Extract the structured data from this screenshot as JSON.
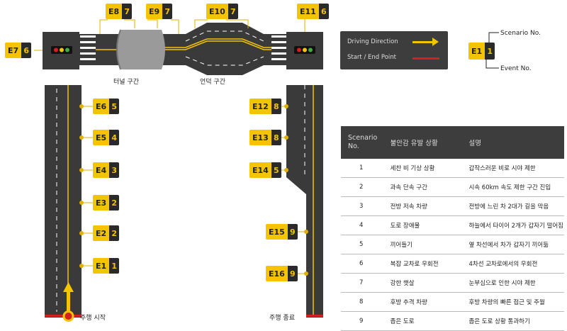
{
  "road_labels": {
    "tunnel": "터널 구간",
    "hill": "언덕 구간",
    "start": "주행 시작",
    "end": "주행 종료"
  },
  "events": [
    {
      "id": "E7",
      "scenario": "6"
    },
    {
      "id": "E8",
      "scenario": "7"
    },
    {
      "id": "E9",
      "scenario": "7"
    },
    {
      "id": "E10",
      "scenario": "7"
    },
    {
      "id": "E11",
      "scenario": "6"
    },
    {
      "id": "E6",
      "scenario": "5"
    },
    {
      "id": "E5",
      "scenario": "4"
    },
    {
      "id": "E4",
      "scenario": "3"
    },
    {
      "id": "E3",
      "scenario": "2"
    },
    {
      "id": "E2",
      "scenario": "2"
    },
    {
      "id": "E1",
      "scenario": "1"
    },
    {
      "id": "E12",
      "scenario": "8"
    },
    {
      "id": "E13",
      "scenario": "8"
    },
    {
      "id": "E14",
      "scenario": "5"
    },
    {
      "id": "E15",
      "scenario": "9"
    },
    {
      "id": "E16",
      "scenario": "9"
    }
  ],
  "legend": {
    "driving_direction": "Driving Direction",
    "start_end": "Start / End Point"
  },
  "key": {
    "scenario_no": "Scenario No.",
    "event_no": "Event No.",
    "sample_event": "E1",
    "sample_scenario": "1"
  },
  "table": {
    "headers": [
      "Scenario No.",
      "불안감 유발 상황",
      "설명"
    ],
    "rows": [
      [
        "1",
        "세찬 비 기상 상황",
        "갑작스러운 비로 시야 제한"
      ],
      [
        "2",
        "과속 단속 구간",
        "시속 60km 속도 제한 구간 진입"
      ],
      [
        "3",
        "전방 저속 차량",
        "전방에 느린 차 2대가 길을 막음"
      ],
      [
        "4",
        "도로 장애물",
        "하늘에서 타이어 2개가 갑자기 떨어짐"
      ],
      [
        "5",
        "끼어들기",
        "옆 차선에서 차가 갑자기 끼어듦"
      ],
      [
        "6",
        "복잡 교차로 우회전",
        "4차선 교차로에서의 우회전"
      ],
      [
        "7",
        "강한 햇살",
        "눈부심으로 인한 시야 제한"
      ],
      [
        "8",
        "후방 추격 차량",
        "후방 차량의 빠른 접근 및 주월"
      ],
      [
        "9",
        "좁은 도로",
        "좁은 도로 상황 통과하기"
      ]
    ]
  },
  "colors": {
    "road": "#3a3a3a",
    "lane": "#f5c400",
    "tag": "#f5c400",
    "red": "#d42020",
    "panel": "#3d3d3d"
  }
}
